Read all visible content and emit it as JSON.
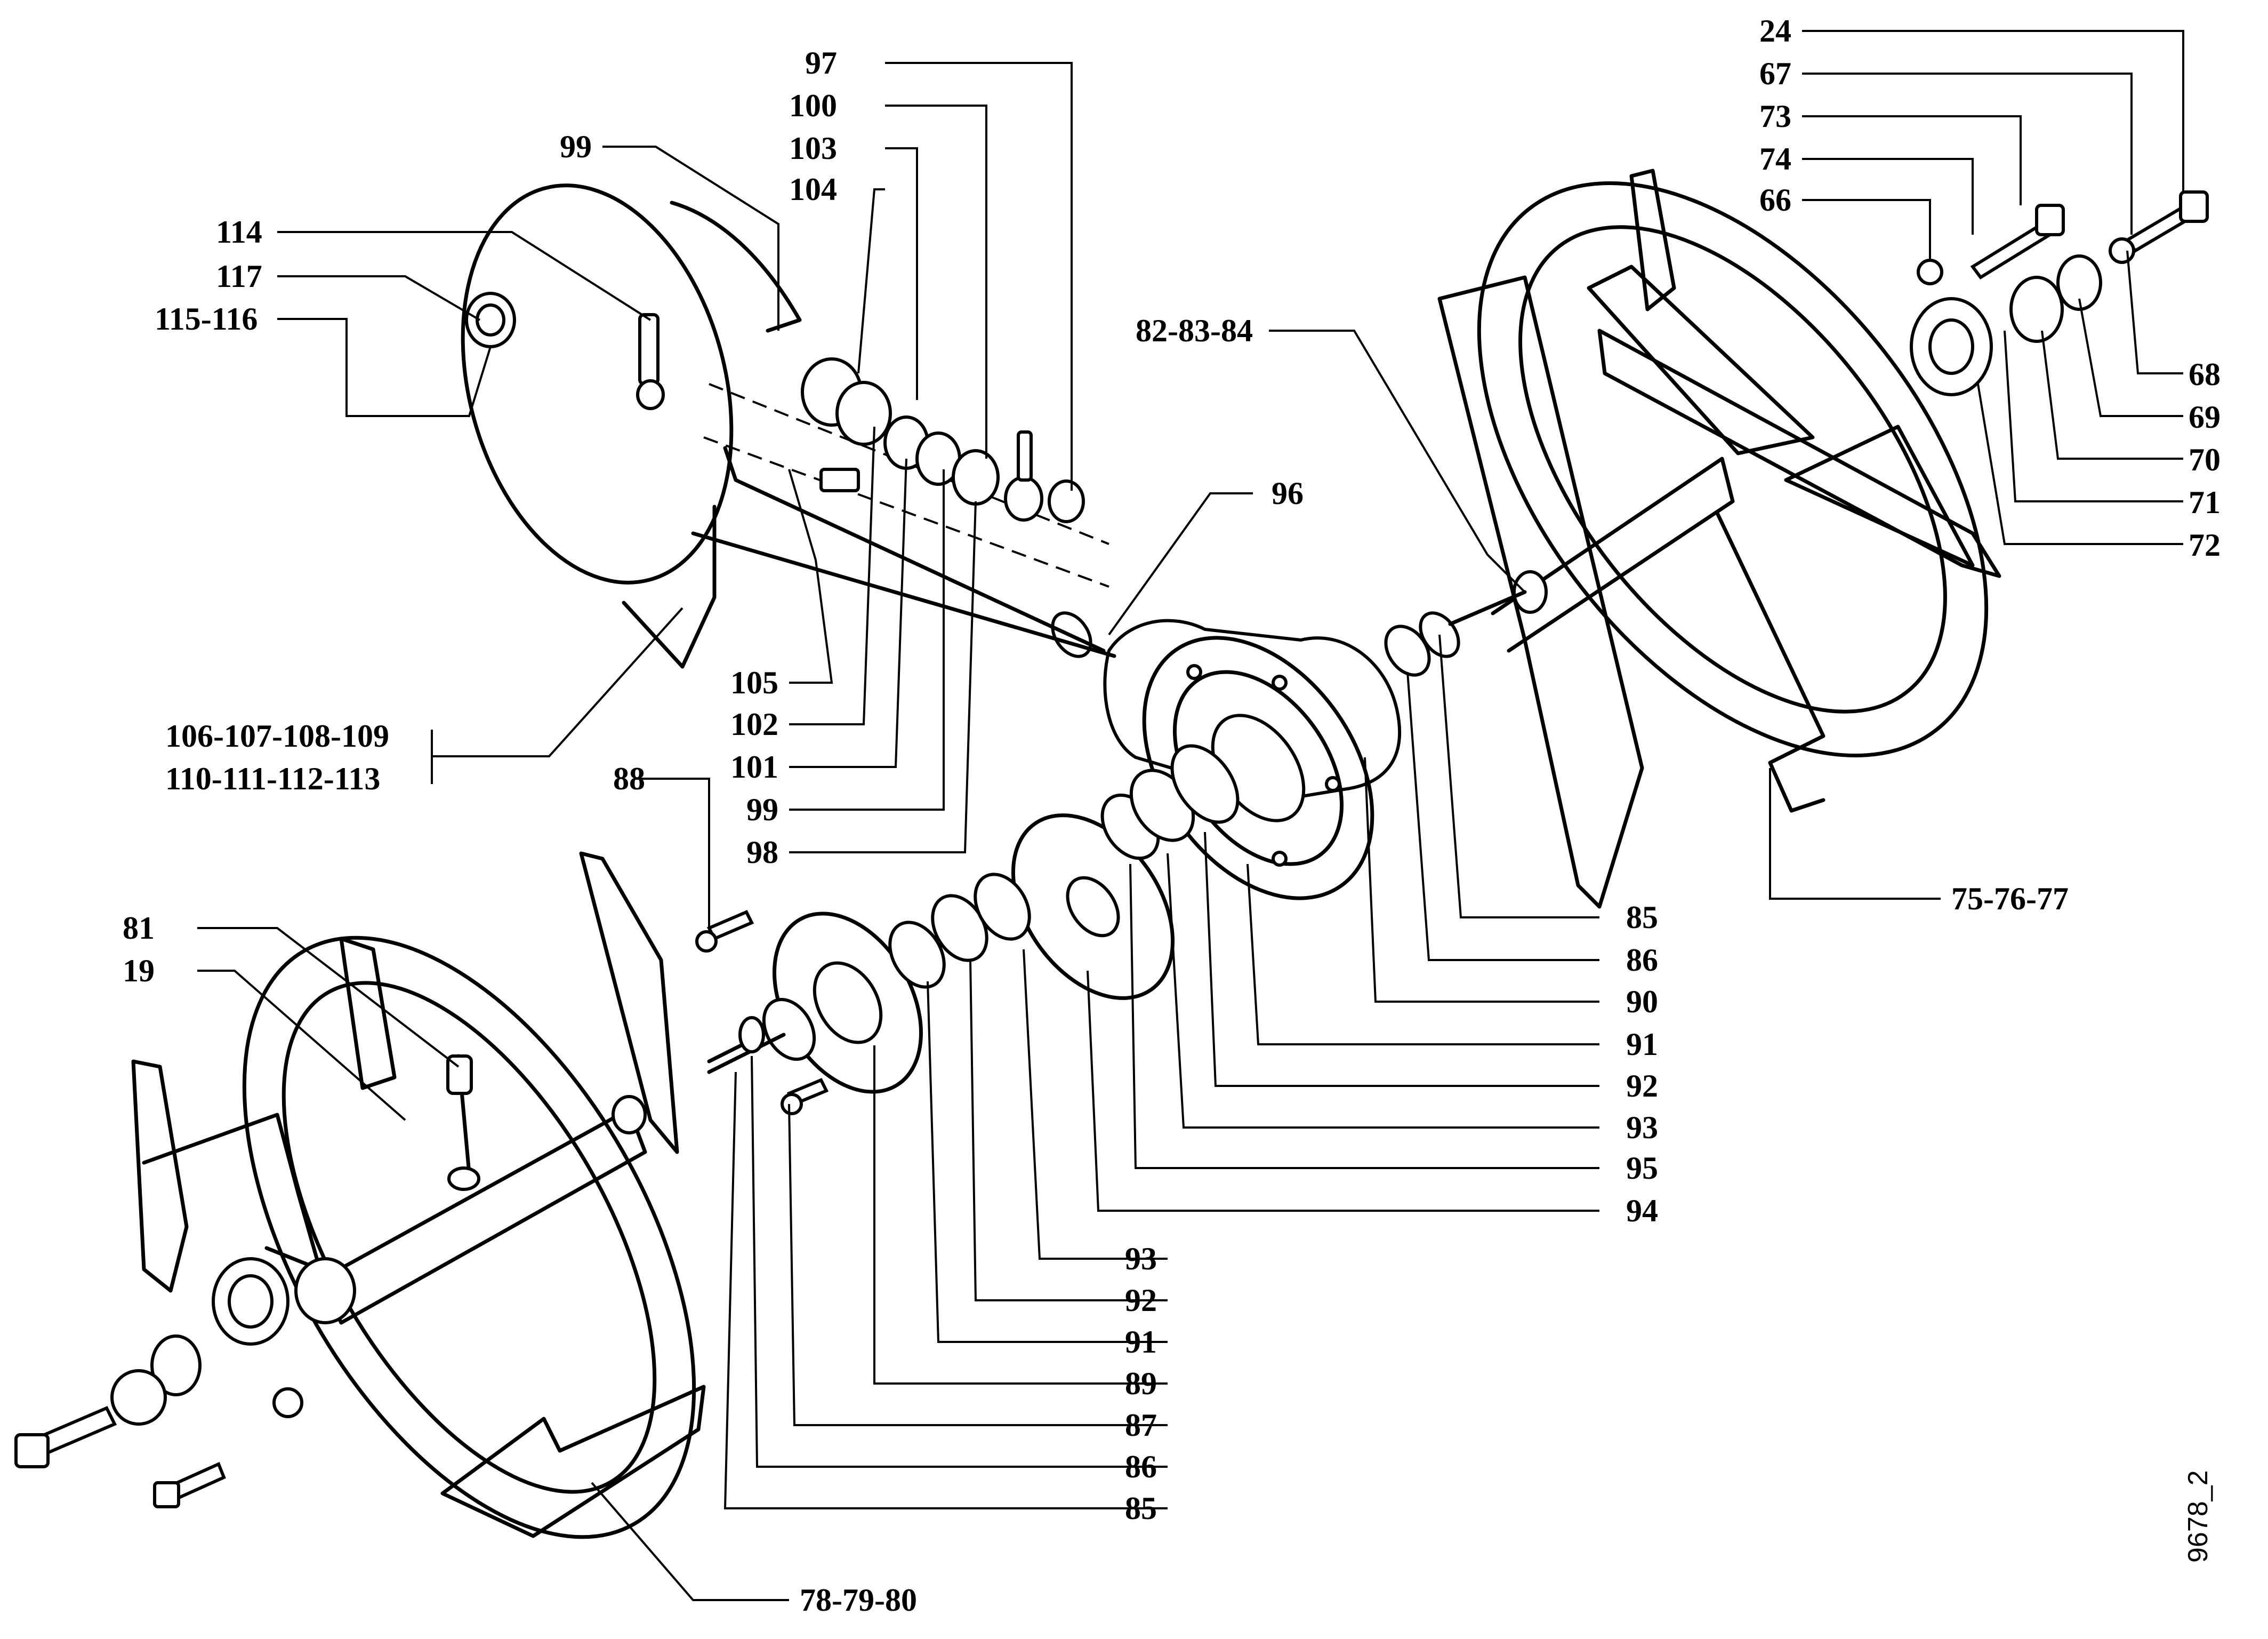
{
  "callouts": {
    "c24": "24",
    "c67": "67",
    "c73": "73",
    "c74": "74",
    "c66": "66",
    "c68": "68",
    "c69": "69",
    "c70": "70",
    "c71": "71",
    "c72": "72",
    "c97": "97",
    "c100": "100",
    "c103": "103",
    "c104": "104",
    "c99a": "99",
    "c114": "114",
    "c117": "117",
    "c115_116": "115-116",
    "c82_83_84": "82-83-84",
    "c96": "96",
    "c105": "105",
    "c102": "102",
    "c101": "101",
    "c99b": "99",
    "c98": "98",
    "c106_109": "106-107-108-109",
    "c110_113": "110-111-112-113",
    "c88": "88",
    "c81": "81",
    "c19": "19",
    "c85a": "85",
    "c86a": "86",
    "c90": "90",
    "c91a": "91",
    "c92a": "92",
    "c93a": "93",
    "c95": "95",
    "c94": "94",
    "c75_77": "75-76-77",
    "c93b": "93",
    "c92b": "92",
    "c91b": "91",
    "c89": "89",
    "c87": "87",
    "c86b": "86",
    "c85b": "85",
    "c78_80": "78-79-80"
  },
  "figure_code": "9678_2"
}
